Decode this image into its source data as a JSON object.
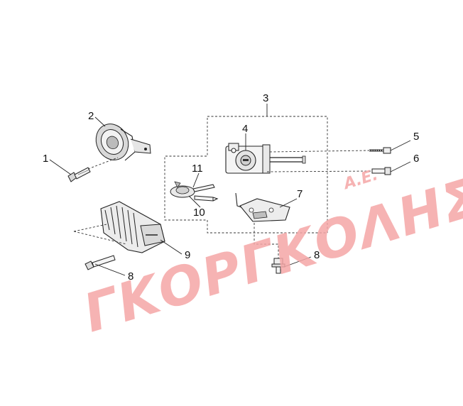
{
  "callouts": {
    "c1": "1",
    "c2": "2",
    "c3": "3",
    "c4": "4",
    "c5": "5",
    "c6": "6",
    "c7": "7",
    "c8a": "8",
    "c8b": "8",
    "c9": "9",
    "c10": "10",
    "c11": "11"
  },
  "watermark": {
    "main": "ΓΚΟΡΓΚΟΛΗΣ",
    "suffix": "Α.Ε.",
    "color": "#f4a6a6"
  }
}
